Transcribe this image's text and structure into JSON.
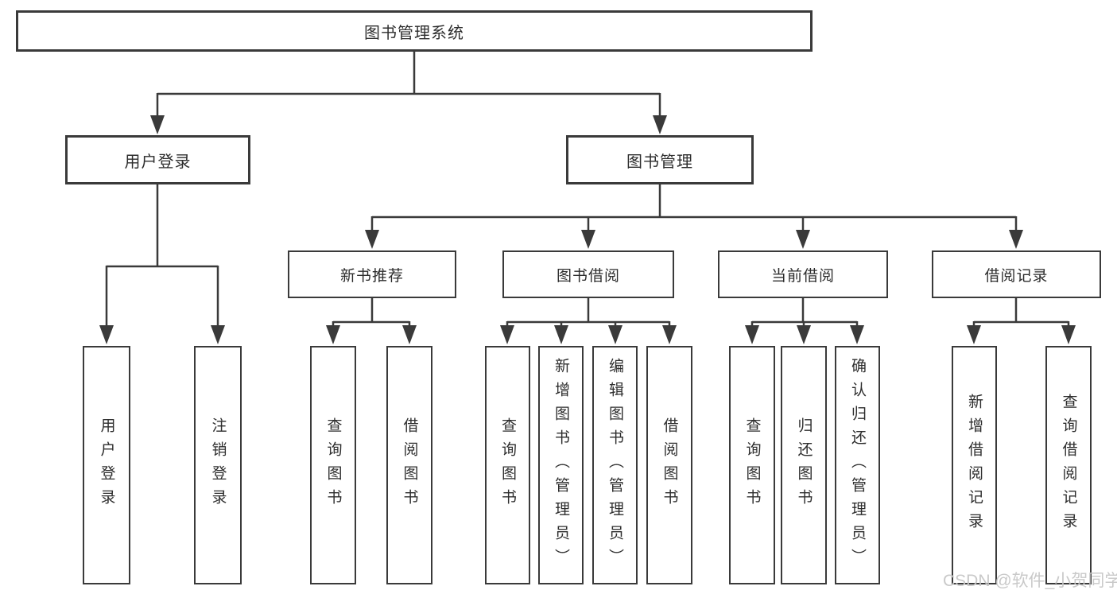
{
  "tree": {
    "label": "图书管理系统",
    "children": [
      {
        "label": "用户登录",
        "children": [
          {
            "label": "用户登录"
          },
          {
            "label": "注销登录"
          }
        ]
      },
      {
        "label": "图书管理",
        "children": [
          {
            "label": "新书推荐",
            "children": [
              {
                "label": "查询图书"
              },
              {
                "label": "借阅图书"
              }
            ]
          },
          {
            "label": "图书借阅",
            "children": [
              {
                "label": "查询图书"
              },
              {
                "label": "新增图书（管理员）"
              },
              {
                "label": "编辑图书（管理员）"
              },
              {
                "label": "借阅图书"
              }
            ]
          },
          {
            "label": "当前借阅",
            "children": [
              {
                "label": "查询图书"
              },
              {
                "label": "归还图书"
              },
              {
                "label": "确认归还（管理员）"
              }
            ]
          },
          {
            "label": "借阅记录",
            "children": [
              {
                "label": "新增借阅记录"
              },
              {
                "label": "查询借阅记录"
              }
            ]
          }
        ]
      }
    ]
  },
  "watermark": {
    "text": "CSDN @软件_小贺同学"
  },
  "colors": {
    "line": "#3a3a3a",
    "text": "#2d2d2d",
    "background": "#ffffff",
    "watermark": "#c6c6c6"
  }
}
